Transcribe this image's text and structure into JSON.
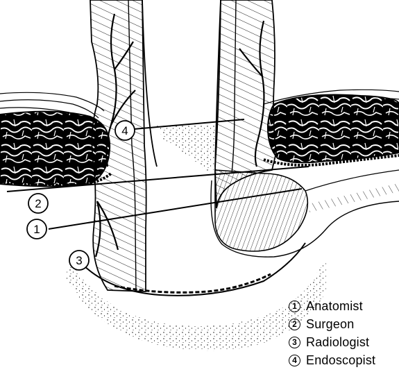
{
  "markers": [
    {
      "number": "1",
      "label": "Anatomist"
    },
    {
      "number": "2",
      "label": "Surgeon"
    },
    {
      "number": "3",
      "label": "Radiologist"
    },
    {
      "number": "4",
      "label": "Endoscopist"
    }
  ],
  "legend": {
    "items": [
      {
        "number": "1",
        "label": "Anatomist"
      },
      {
        "number": "2",
        "label": "Surgeon"
      },
      {
        "number": "3",
        "label": "Radiologist"
      },
      {
        "number": "4",
        "label": "Endoscopist"
      }
    ]
  },
  "colors": {
    "ink": "#000000",
    "paper": "#ffffff"
  }
}
